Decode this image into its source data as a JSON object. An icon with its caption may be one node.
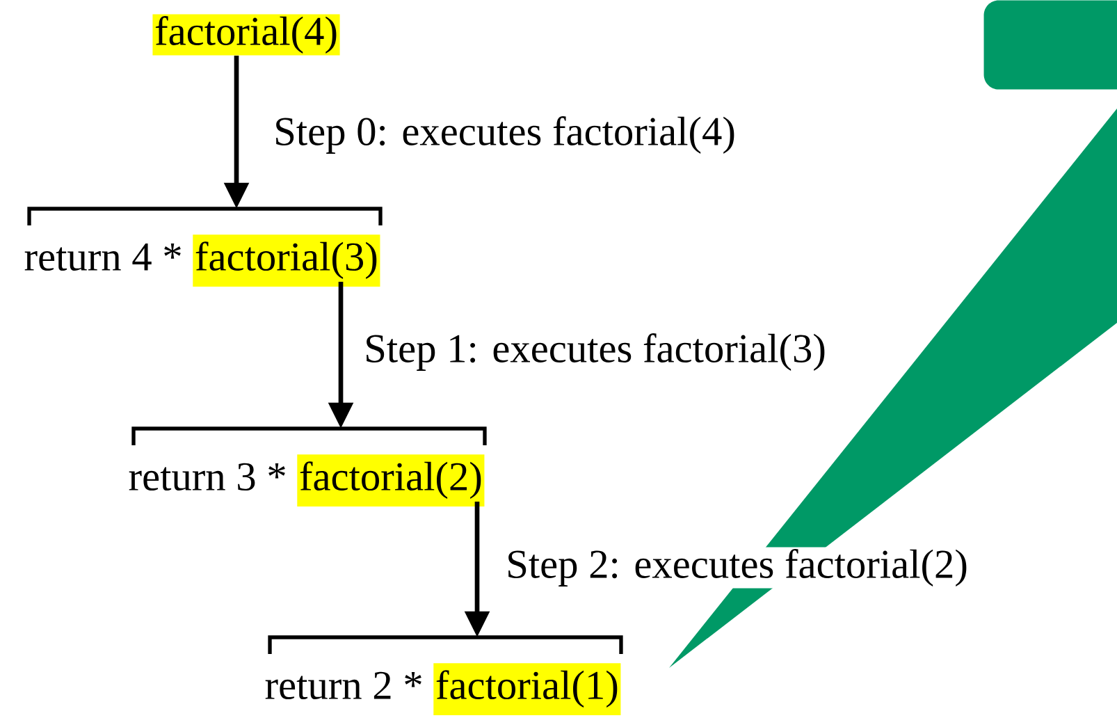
{
  "diagram": {
    "nodes": [
      {
        "text": [
          "factorial(4)"
        ]
      },
      {
        "text": [
          "return 4 *",
          "factorial(3)"
        ]
      },
      {
        "text": [
          "return 3 *",
          "factorial(2)"
        ]
      },
      {
        "text": [
          "return 2 *",
          "factorial(1)"
        ]
      },
      {
        "text": [],
        "shape": "callout"
      }
    ],
    "edges": [
      {
        "from": 0,
        "to": 1,
        "arrow": "to",
        "label": "Step 0: executes factorial(4)"
      },
      {
        "from": 1,
        "to": 2,
        "arrow": "to",
        "label": "Step 1: executes factorial(3)"
      },
      {
        "from": 2,
        "to": 3,
        "arrow": "to",
        "label": "Step 2: executes factorial(2)"
      }
    ]
  }
}
